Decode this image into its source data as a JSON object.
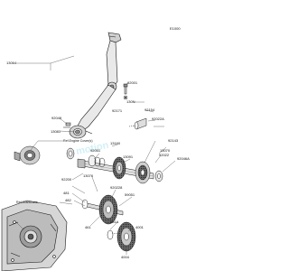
{
  "diagram": {
    "code": "E1000",
    "refs": {
      "engine_cover": "Ref.Engine Cover(s)",
      "crankcase": "Ref.Crankcase"
    },
    "parts": [
      "13064",
      "92001",
      "130N",
      "92171",
      "92154",
      "92022A",
      "13070",
      "92143",
      "92049",
      "13081",
      "13160",
      "92051",
      "13091",
      "92022",
      "920228",
      "92046A",
      "92200",
      "481",
      "482",
      "13076",
      "59051",
      "481A",
      "461",
      "4001",
      "4004"
    ]
  },
  "colors": {
    "line": "#1a1a1a",
    "fill_light": "#e9e9e9",
    "fill_mid": "#bdbdbd",
    "fill_dark": "#5a5a5a",
    "accent_watermark": "#7fd6e8"
  }
}
